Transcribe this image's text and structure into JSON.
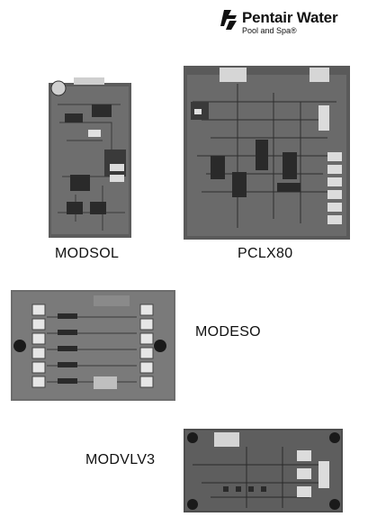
{
  "brand": {
    "name": "Pentair Water",
    "sub": "Pool and Spa®"
  },
  "products": [
    {
      "label": "MODSOL"
    },
    {
      "label": "PCLX80"
    },
    {
      "label": "MODESO"
    },
    {
      "label": "MODVLV3"
    }
  ],
  "colors": {
    "pcb_dark": "#4a4a4a",
    "pcb_mid": "#6b6b6b",
    "pcb_light": "#9a9a9a",
    "connector": "#e8e8e8"
  }
}
